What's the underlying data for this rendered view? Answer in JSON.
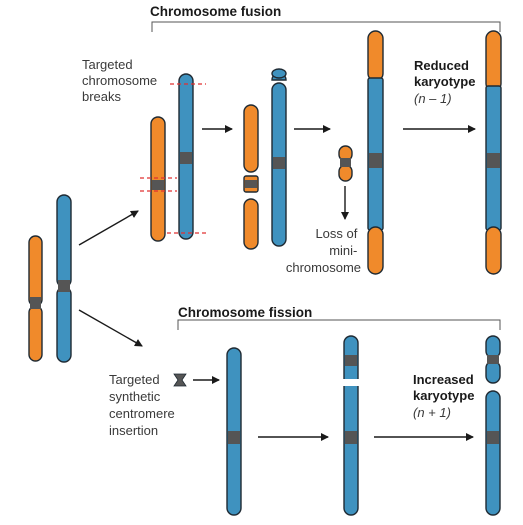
{
  "fusion": {
    "title": "Chromosome fusion",
    "breaks_label": [
      "Targeted",
      "chromosome",
      "breaks"
    ],
    "loss_label": [
      "Loss of",
      "mini-",
      "chromosome"
    ],
    "result_label": [
      "Reduced",
      "karyotype"
    ],
    "result_formula": "(n – 1)"
  },
  "fission": {
    "title": "Chromosome fission",
    "insertion_label": [
      "Targeted",
      "synthetic",
      "centromere",
      "insertion"
    ],
    "result_label": [
      "Increased",
      "karyotype"
    ],
    "result_formula": "(n + 1)"
  },
  "colors": {
    "chromosome_a": "#f08a2b",
    "chromosome_b": "#3f92bf",
    "centromere": "#555555",
    "break_line": "#e03030"
  }
}
